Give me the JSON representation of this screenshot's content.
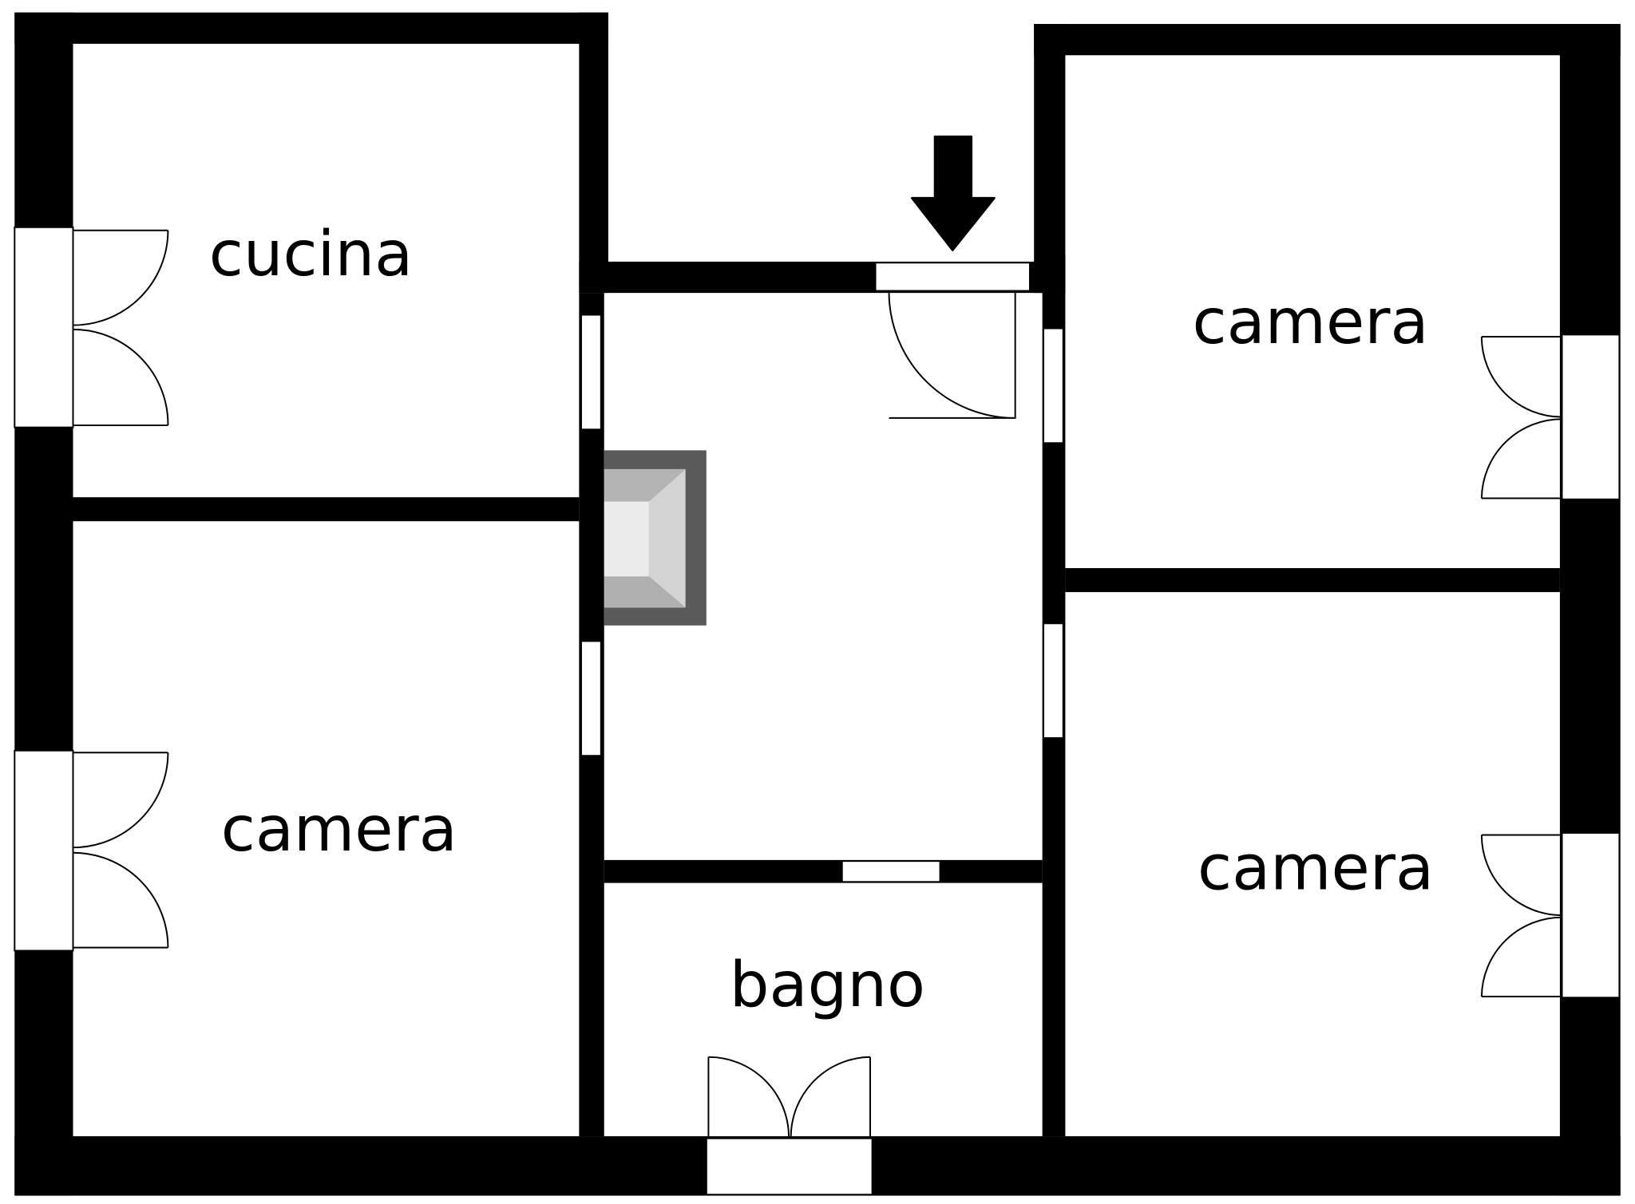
{
  "rooms": [
    {
      "id": "cucina",
      "label": "cucina"
    },
    {
      "id": "camera-left",
      "label": "camera"
    },
    {
      "id": "bagno",
      "label": "bagno"
    },
    {
      "id": "camera-top-right",
      "label": "camera"
    },
    {
      "id": "camera-bottom-right",
      "label": "camera"
    }
  ],
  "colors": {
    "wall": "#000000",
    "background": "#ffffff",
    "fireplace_frame": "#5a5a5a",
    "fireplace_inner": "#dcdcdc"
  },
  "icons": {
    "entrance": "entrance-arrow-icon",
    "fireplace": "fireplace-icon"
  }
}
